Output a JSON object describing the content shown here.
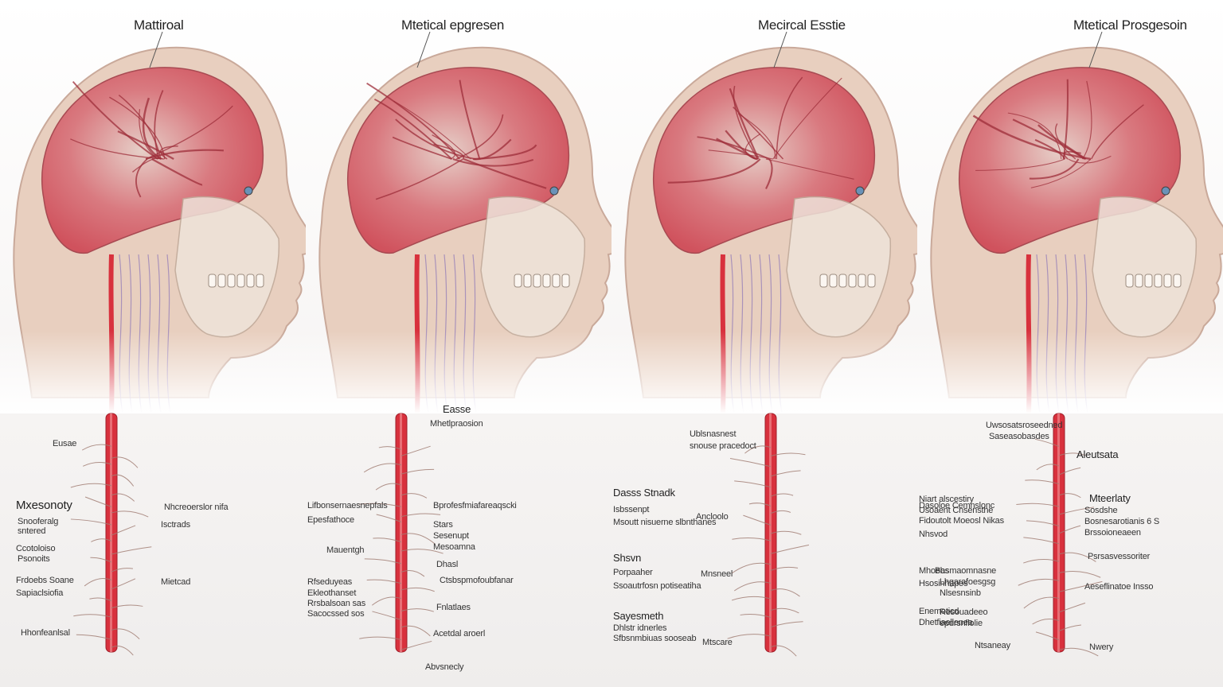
{
  "colors": {
    "skin": "#e8cfbf",
    "brain": "#d0525d",
    "artery": "#d8313d",
    "vein": "#8f78b8",
    "bone": "#eee3da"
  },
  "panels": [
    {
      "title": "Mattiroal",
      "labels": [
        "Eusae",
        "Mxesonoty",
        "Snooferalg",
        "sntered",
        "Ccotoloiso",
        "Psonoits",
        "Frdoebs Soane",
        "Sapiaclsiofia",
        "Hhonfeanlsal",
        "Nhcreoerslor nifa",
        "Isctrads",
        "Mietcad"
      ]
    },
    {
      "title": "Mtetical epgresen",
      "labels": [
        "Easse",
        "Mhetlpraosion",
        "Lifbonsernaesnepfals",
        "Epesfathoce",
        "Mauentgh",
        "Rfseduyeas",
        "Ekleothanset",
        "Rrsbalsoan sas",
        "Sacocssed sos",
        "Bprofesfmiafareaqscki",
        "Stars",
        "Sesenupt",
        "Mesoamna",
        "Dhasl",
        "Ctsbspmofoubfanar",
        "Fnlatlaes",
        "Acetdal aroerl",
        "Abvsnecly"
      ]
    },
    {
      "title": "Mecircal Esstie",
      "labels": [
        "Dasss Stnadk",
        "Isbssenpt",
        "Msoutt nisuerne slbnthanes",
        "Shsvn",
        "Porpaaher",
        "Ssoautrfosn potiseatiha",
        "Sayesmeth",
        "Dhlstr idnerles",
        "Sfbsnmbiuas sooseab",
        "Ublsnasnest",
        "snouse pracedoct",
        "Ancloolo",
        "Mnsneel",
        "Mtscare"
      ]
    },
    {
      "title": "Mtetical Prosgesoin",
      "labels": [
        "Uwsosatsroseedned",
        "Saseasobasdes",
        "Niart alscestiry",
        "Usoaent Cnsensthe",
        "Fidoutolt Moeosl Nikas",
        "Nhsvod",
        "Mhoebs",
        "Hsosinhapes",
        "Enemoticd",
        "Dhetfiaelienea",
        "Aleutsata",
        "Dasoloe Cemnslonc",
        "Mteerlaty",
        "Sosdshe",
        "Bosnesarotianis 6 S",
        "Brssoioneaeen",
        "Psrsasvessoriter",
        "Aeseflinatoe Insso",
        "Basmaomnasne",
        "Lhgarafoesgsg",
        "Nlsesnsinb",
        "Resouadeeo",
        "epdrsnflolie",
        "Ntsaneay",
        "Nwery"
      ]
    }
  ]
}
